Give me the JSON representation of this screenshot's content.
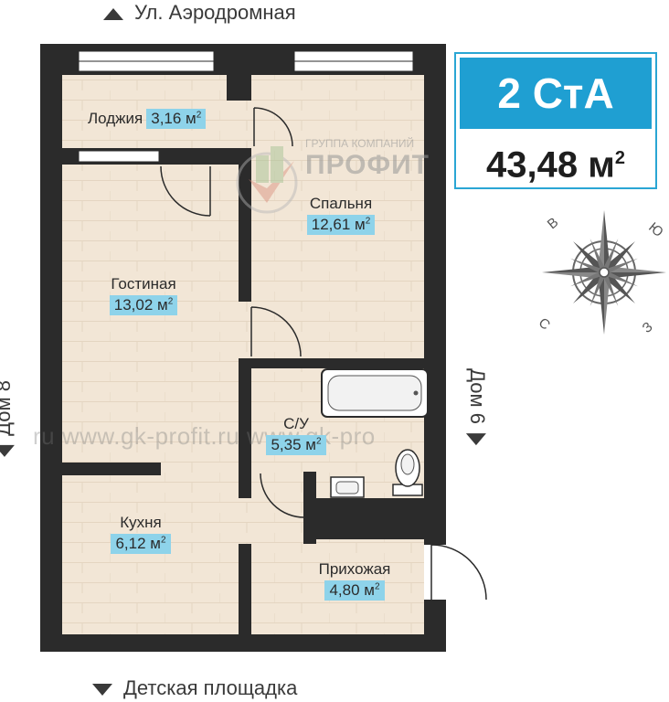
{
  "streets": {
    "top": "Ул. Аэродромная",
    "bottom": "Детская площадка",
    "left": "Дом 8",
    "right": "Дом 6"
  },
  "badge": {
    "type": "2 СтА",
    "total_area": "43,48 м",
    "total_area_sup": "2"
  },
  "rooms": [
    {
      "id": "loggia",
      "name": "Лоджия",
      "area": "3,16 м",
      "sup": "2"
    },
    {
      "id": "bedroom",
      "name": "Спальня",
      "area": "12,61 м",
      "sup": "2"
    },
    {
      "id": "living",
      "name": "Гостиная",
      "area": "13,02 м",
      "sup": "2"
    },
    {
      "id": "bathroom",
      "name": "С/У",
      "area": "5,35 м",
      "sup": "2"
    },
    {
      "id": "kitchen",
      "name": "Кухня",
      "area": "6,12 м",
      "sup": "2"
    },
    {
      "id": "hallway",
      "name": "Прихожая",
      "area": "4,80 м",
      "sup": "2"
    }
  ],
  "brand": {
    "group": "ГРУППА КОМПАНИЙ",
    "name": "ПРОФИТ"
  },
  "watermark": "ru www.gk-profit.ru www.gk-pro",
  "compass": {
    "n": "С",
    "s": "Ю",
    "e": "В",
    "w": "З"
  },
  "colors": {
    "wall": "#2b2b2b",
    "floor": "#f2e6d6",
    "area_badge": "#8ed3ea",
    "accent": "#1f9fd2"
  }
}
